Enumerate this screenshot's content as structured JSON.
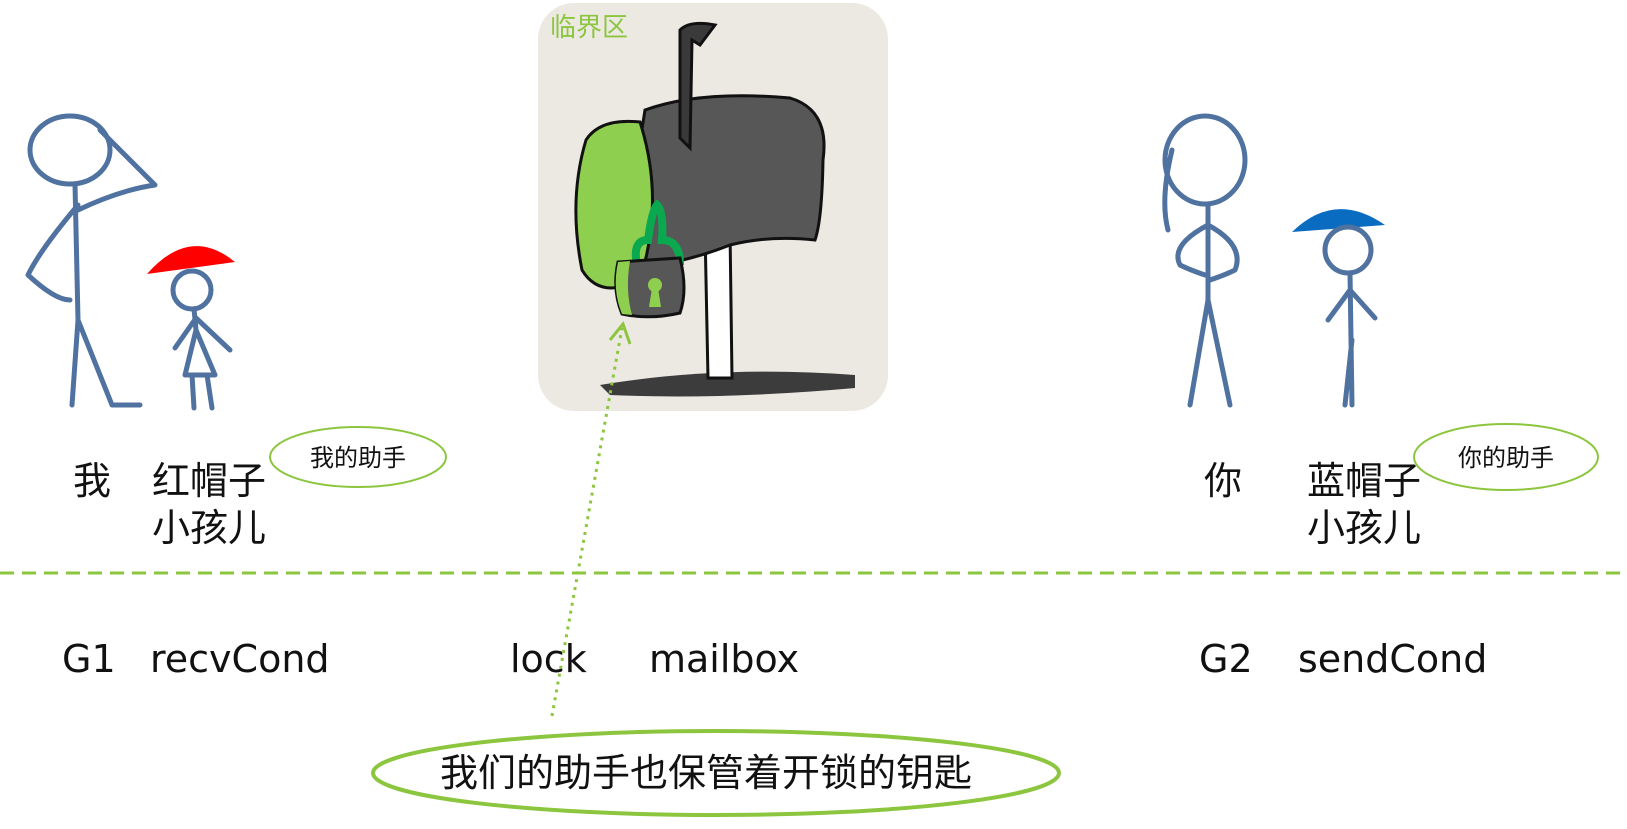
{
  "critical_section": {
    "label": "临界区"
  },
  "left": {
    "person": "我",
    "kid_line1": "红帽子",
    "kid_line2": "小孩儿",
    "helper_bubble": "我的助手",
    "hat_color": "#ff0000"
  },
  "right": {
    "person": "你",
    "kid_line1": "蓝帽子",
    "kid_line2": "小孩儿",
    "helper_bubble": "你的助手",
    "hat_color": "#0a6cc0"
  },
  "code_labels": {
    "g1": "G1",
    "recv": "recvCond",
    "lock": "lock",
    "mailbox": "mailbox",
    "g2": "G2",
    "send": "sendCond"
  },
  "bottom_note": "我们的助手也保管着开锁的钥匙",
  "colors": {
    "accent_green": "#8cc63f",
    "figure_blue": "#4f72a0",
    "mailbox_gray": "#575757",
    "lock_green": "#0aa84f"
  }
}
